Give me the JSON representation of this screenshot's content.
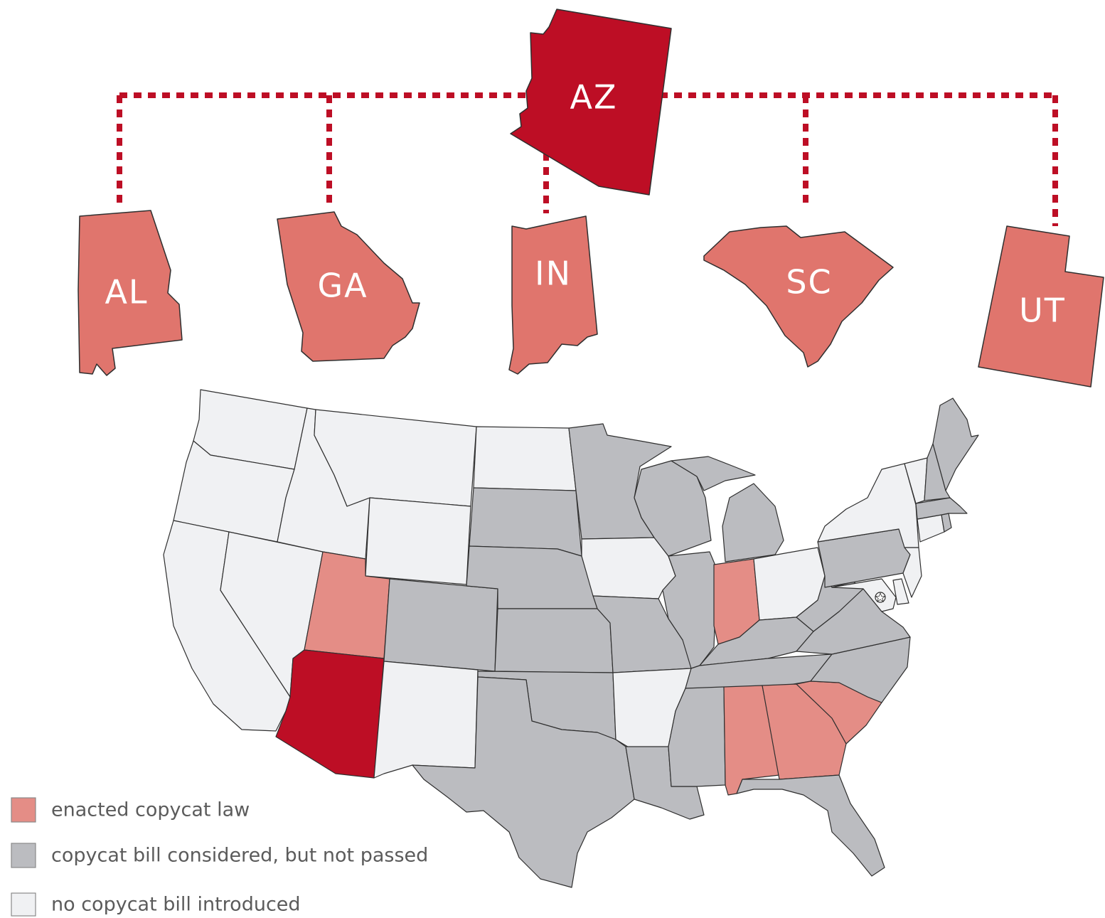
{
  "colors": {
    "origin": "#bd0e25",
    "enacted_highlight": "#e0756d",
    "enacted": "#e48d86",
    "considered": "#bbbcc0",
    "none": "#f0f1f3",
    "outline": "#2f2f2f",
    "legend_text": "#5b5b5b"
  },
  "origin_state": {
    "abbr": "AZ",
    "status": "origin"
  },
  "copycat_states": [
    {
      "abbr": "AL",
      "status": "enacted"
    },
    {
      "abbr": "GA",
      "status": "enacted"
    },
    {
      "abbr": "IN",
      "status": "enacted"
    },
    {
      "abbr": "SC",
      "status": "enacted"
    },
    {
      "abbr": "UT",
      "status": "enacted"
    }
  ],
  "legend": [
    {
      "label": "enacted copycat law",
      "status": "enacted"
    },
    {
      "label": "copycat bill considered, but not passed",
      "status": "considered"
    },
    {
      "label": "no copycat bill introduced",
      "status": "none"
    }
  ],
  "map_states": {
    "origin": [
      "AZ"
    ],
    "enacted": [
      "UT",
      "IN",
      "AL",
      "GA",
      "SC"
    ],
    "considered": [
      "CO",
      "SD",
      "NE",
      "KS",
      "OK",
      "TX",
      "MN",
      "WI",
      "IL",
      "MI",
      "MO",
      "LA",
      "MS",
      "KY",
      "TN",
      "NC",
      "VA",
      "WV",
      "PA",
      "FL",
      "ME",
      "NH",
      "MA",
      "RI"
    ],
    "none": [
      "WA",
      "OR",
      "CA",
      "NV",
      "ID",
      "MT",
      "WY",
      "NM",
      "ND",
      "IA",
      "AR",
      "OH",
      "NY",
      "VT",
      "CT",
      "NJ",
      "DE",
      "MD"
    ]
  }
}
